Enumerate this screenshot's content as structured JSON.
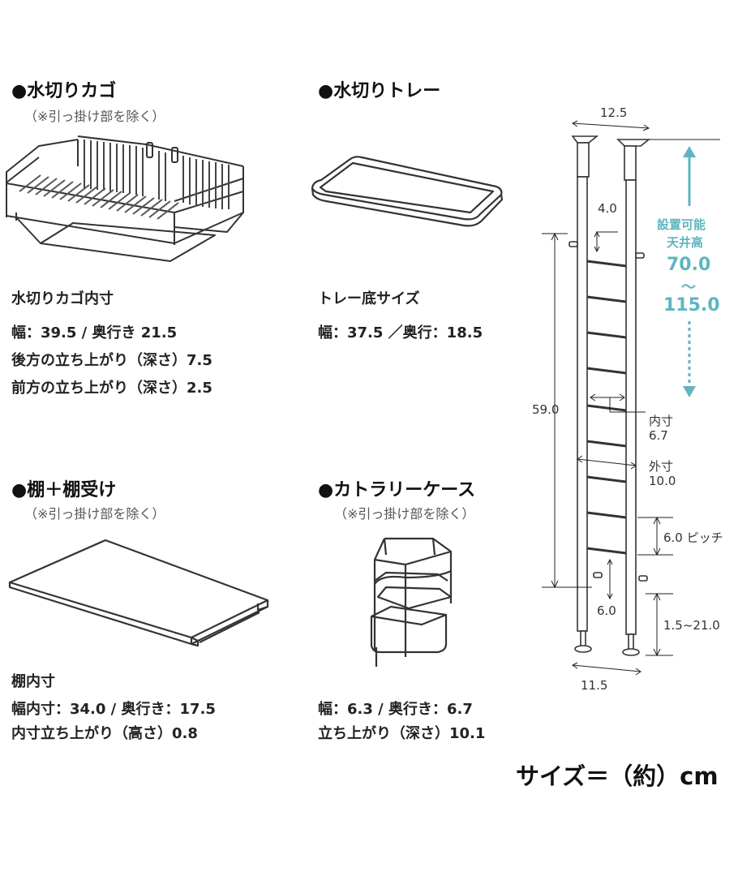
{
  "colors": {
    "accent": "#5fb5c0",
    "line": "#222222",
    "text": "#111111"
  },
  "basket": {
    "heading": "●水切りカゴ",
    "note": "（※引っ掛け部を除く）",
    "sub": "水切りカゴ内寸",
    "specs": [
      "幅：39.5 / 奥行き 21.5",
      "後方の立ち上がり（深さ）7.5",
      "前方の立ち上がり（深さ）2.5"
    ]
  },
  "tray": {
    "heading": "●水切りトレー",
    "sub": "トレー底サイズ",
    "specs": [
      "幅：37.5 ／奥行：18.5"
    ]
  },
  "shelf": {
    "heading": "●棚＋棚受け",
    "note": "（※引っ掛け部を除く）",
    "sub": "棚内寸",
    "specs": [
      "幅内寸：34.0 / 奥行き：17.5",
      "内寸立ち上がり（高さ）0.8"
    ]
  },
  "cutlery": {
    "heading": "●カトラリーケース",
    "note": "（※引っ掛け部を除く）",
    "specs": [
      "幅：6.3 / 奥行き：6.7",
      "立ち上がり（深さ）10.1"
    ]
  },
  "rack": {
    "top_width": "12.5",
    "bracket": "4.0",
    "ceiling_label_1": "設置可能",
    "ceiling_label_2": "天井高",
    "ceiling_min": "70.0",
    "tilde": "～",
    "ceiling_max": "115.0",
    "height": "59.0",
    "inner_label": "内寸",
    "inner_value": "6.7",
    "outer_label": "外寸",
    "outer_value": "10.0",
    "pitch": "6.0 ピッチ",
    "gap": "6.0",
    "bottom_range": "1.5~21.0",
    "bottom_width": "11.5"
  },
  "unit_label": "サイズ＝（約）cm"
}
